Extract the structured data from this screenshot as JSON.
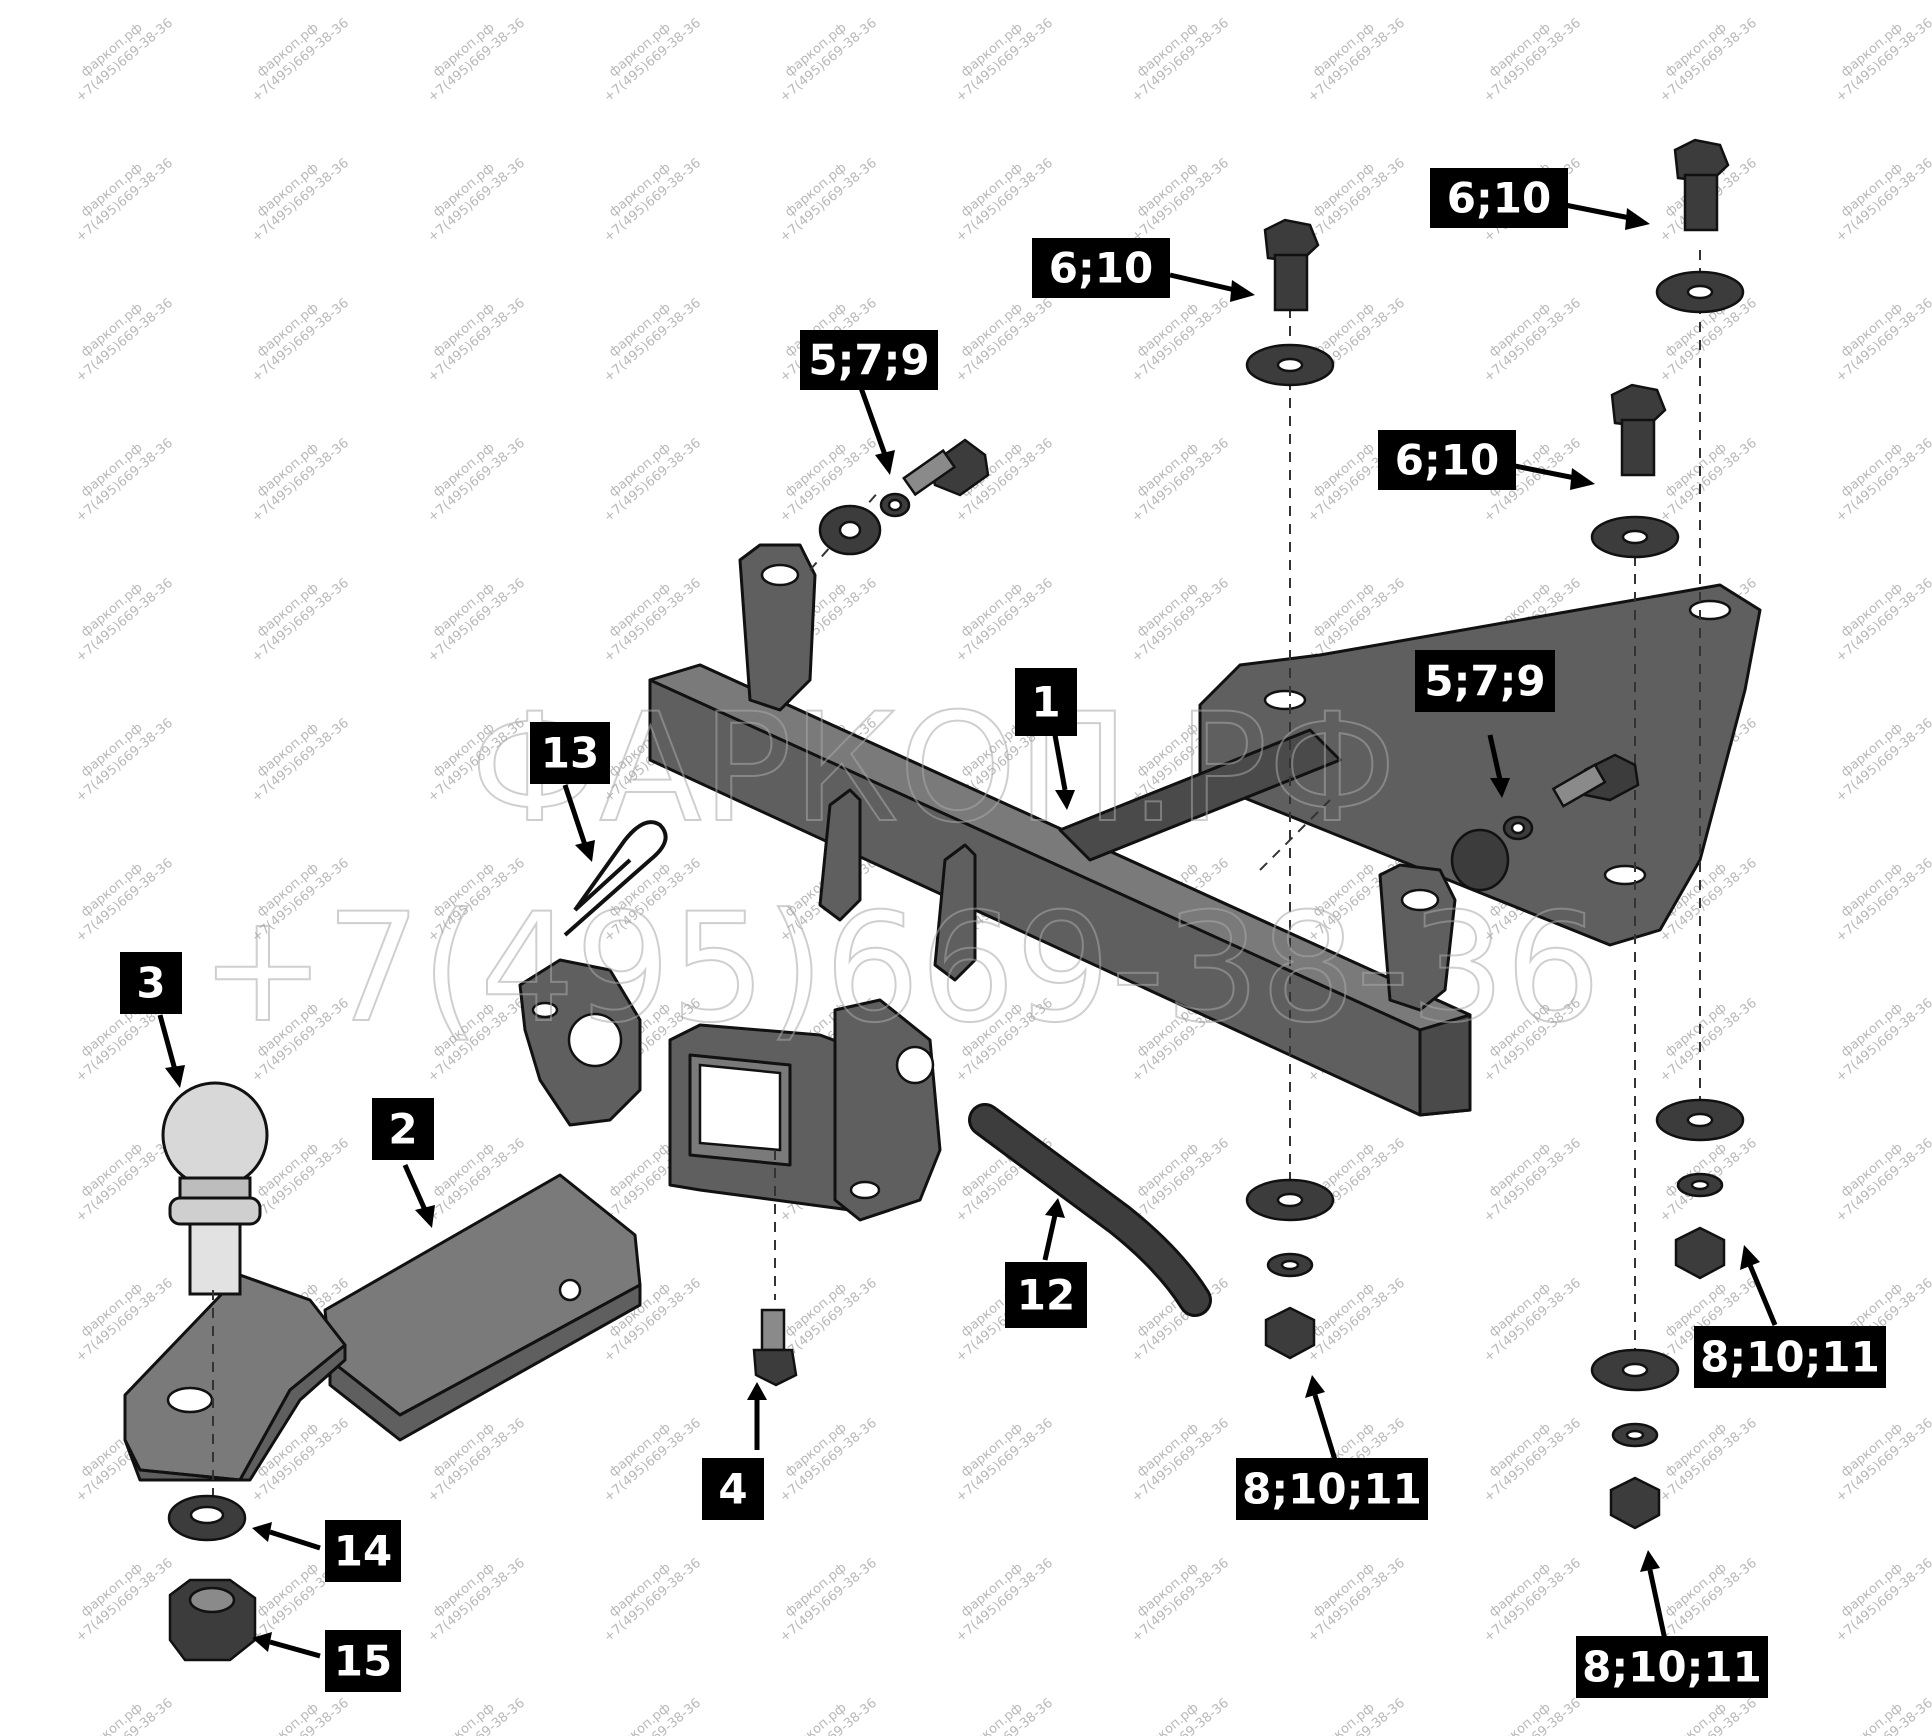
{
  "callouts": {
    "c1": "1",
    "c2": "2",
    "c3": "3",
    "c4": "4",
    "c5": "5;7;9",
    "c5b": "5;7;9",
    "c6a": "6;10",
    "c6b": "6;10",
    "c6c": "6;10",
    "c8a": "8;10;11",
    "c8b": "8;10;11",
    "c8c": "8;10;11",
    "c12": "12",
    "c13": "13",
    "c14": "14",
    "c15": "15"
  },
  "watermark": {
    "small_line1": "фаркоп.рф",
    "small_line2": "+7(495)669-38-36",
    "big_line1": "ФАРКОП.РФ",
    "big_line2": "+7(495)669-38-36"
  },
  "colors": {
    "steel": "#5f5f5f",
    "callout_bg": "#000000",
    "callout_text": "#ffffff",
    "watermark": "#b8b8b8"
  }
}
